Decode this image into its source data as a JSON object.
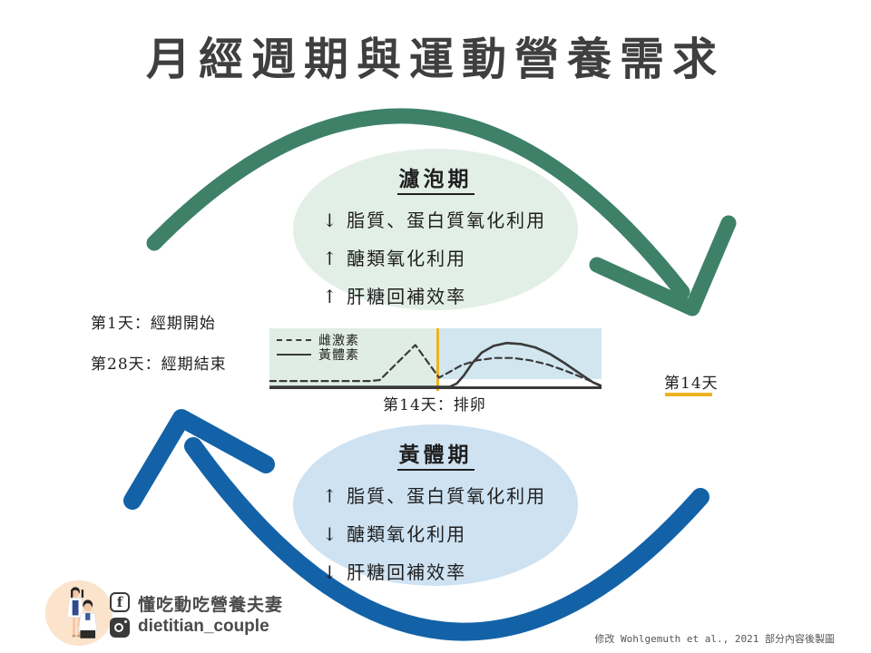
{
  "title": "月經週期與運動營養需求",
  "colors": {
    "green_arrow": "#3E8168",
    "blue_arrow": "#1362A8",
    "follicular_fill": "#E2EFE7",
    "luteal_fill": "#CEE2F2",
    "chart_follicular_bg": "#DFEDE5",
    "chart_luteal_bg": "#D2E6F0",
    "ovulation_yellow": "#EDB21F",
    "line_dark": "#3A3A3A",
    "title_gray": "#3F3F3F",
    "footer_gray": "#4A4A4A",
    "avatar_peach": "#FBE4CB"
  },
  "phases": {
    "follicular": {
      "title": "濾泡期",
      "items": [
        "↓ 脂質、蛋白質氧化利用",
        "↑ 醣類氧化利用",
        "↑ 肝糖回補效率"
      ]
    },
    "luteal": {
      "title": "黃體期",
      "items": [
        "↑ 脂質、蛋白質氧化利用",
        "↓ 醣類氧化利用",
        "↓ 肝糖回補效率"
      ]
    }
  },
  "annotations": {
    "day1": "第1天：經期開始",
    "day28": "第28天：經期結束",
    "ovulation": "第14天：排卵",
    "day14": "第14天"
  },
  "chart_data": {
    "type": "line",
    "x_unit": "day",
    "x_range_days": [
      0,
      28
    ],
    "ovulation_day": 14,
    "grid": false,
    "legend_position": "top-left",
    "phases": [
      {
        "name": "濾泡期",
        "range": [
          0,
          14
        ]
      },
      {
        "name": "黃體期",
        "range": [
          14,
          28
        ]
      }
    ],
    "series": [
      {
        "name": "雌激素",
        "style": "dashed",
        "points": [
          [
            0,
            0.13
          ],
          [
            8.5,
            0.13
          ],
          [
            9.3,
            0.15
          ],
          [
            12.3,
            0.88
          ],
          [
            14.3,
            0.2
          ],
          [
            15.2,
            0.32
          ],
          [
            16.2,
            0.46
          ],
          [
            17.5,
            0.56
          ],
          [
            19,
            0.61
          ],
          [
            20.5,
            0.61
          ],
          [
            22,
            0.56
          ],
          [
            23.5,
            0.47
          ],
          [
            25,
            0.34
          ],
          [
            26.5,
            0.19
          ],
          [
            28,
            0.03
          ]
        ]
      },
      {
        "name": "黃體素",
        "style": "solid",
        "points": [
          [
            0,
            0.01
          ],
          [
            15.2,
            0.01
          ],
          [
            15.8,
            0.08
          ],
          [
            16.4,
            0.25
          ],
          [
            17.1,
            0.5
          ],
          [
            17.9,
            0.72
          ],
          [
            18.9,
            0.86
          ],
          [
            20,
            0.92
          ],
          [
            21.2,
            0.9
          ],
          [
            22.4,
            0.83
          ],
          [
            23.6,
            0.7
          ],
          [
            24.9,
            0.5
          ],
          [
            26.2,
            0.28
          ],
          [
            27.3,
            0.1
          ],
          [
            28,
            0.02
          ]
        ]
      }
    ]
  },
  "footer": {
    "facebook_handle": "懂吃動吃營養夫妻",
    "instagram_handle": "dietitian_couple",
    "credit": "修改 Wohlgemuth et al., 2021 部分內容後製圖"
  }
}
